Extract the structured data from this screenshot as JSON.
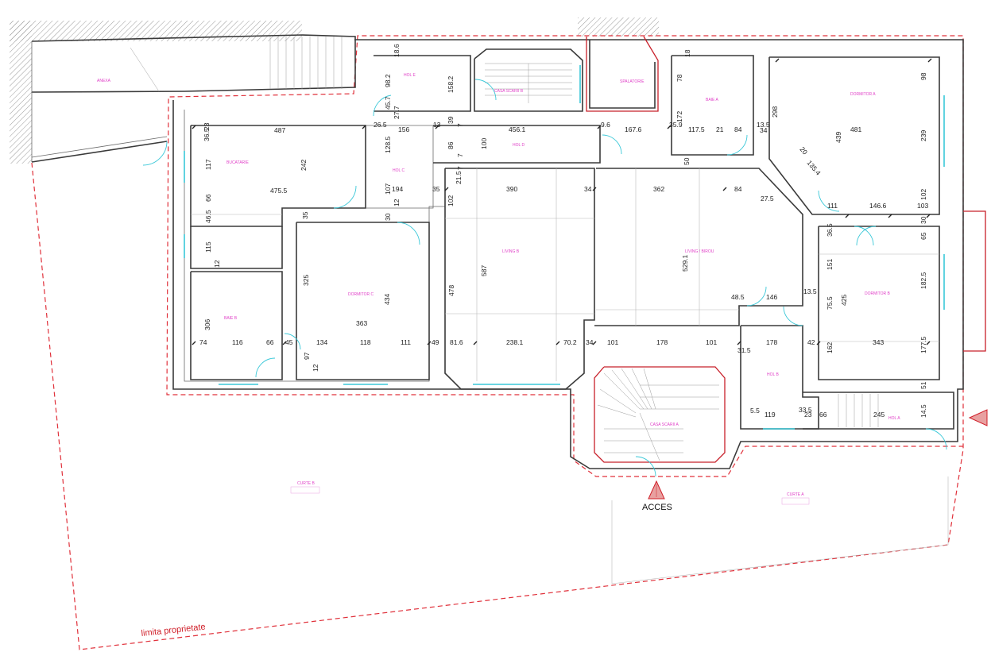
{
  "labels": {
    "acces": "ACCES",
    "limita": "limita proprietate"
  },
  "rooms": {
    "anexa": "ANEXA",
    "hol_e": "HOL E",
    "casa_scarii_b": "CASA SCARII B",
    "spalatorie": "SPALATORIE",
    "baie_a": "BAIE A",
    "dormitor_a": "DORMITOR A",
    "bucatarie": "BUCATARIE",
    "hol_c": "HOL C",
    "hol_d": "HOL D",
    "living_b": "LIVING B",
    "living_birou": "LIVING / BIROU",
    "dormitor_b": "DORMITOR B",
    "dormitor_c": "DORMITOR C",
    "baie_b": "BAIE B",
    "casa_scarii_a": "CASA SCARII A",
    "hol_b": "HOL B",
    "hol_a": "HOL A",
    "curte_b": "CURTE B",
    "curte_a": "CURTE A"
  },
  "dims": {
    "d487": "487",
    "d242": "242",
    "d117": "117",
    "d66a": "66",
    "d475": "475.5",
    "d46": "46.5",
    "d115": "115",
    "d12a": "12",
    "d325": "325",
    "d434": "434",
    "d363": "363",
    "d306": "306",
    "d74": "74",
    "d116": "116",
    "d66b": "66",
    "d45": "45",
    "d134": "134",
    "d118": "118",
    "d111a": "111",
    "d49": "49",
    "d97": "97",
    "d12b": "12",
    "d35a": "35",
    "d36": "36.5",
    "d23a": "23",
    "d26": "26.5",
    "d156": "156",
    "d128": "128.5",
    "d107": "107",
    "d194": "194",
    "d35b": "35",
    "d30a": "30",
    "d12c": "12",
    "d98": "98.2",
    "d45b": "45.7",
    "d27": "27.7",
    "d18a": "18.6",
    "d158": "158.2",
    "d13a": "13",
    "d39": "39",
    "d7a": "7",
    "d86": "86",
    "d100": "100",
    "d7b": "7",
    "d7c": "7",
    "d21": "21.5",
    "d102a": "102",
    "d456": "456.1",
    "d9": "9.6",
    "d167": "167.6",
    "d390": "390",
    "d34a": "34",
    "d362": "362",
    "d84a": "84",
    "d587": "587",
    "d478": "478",
    "d529": "529.1",
    "d81": "81.6",
    "d238": "238.1",
    "d70": "70.2",
    "d34b": "34",
    "d101a": "101",
    "d178a": "178",
    "d101b": "101",
    "d31": "31.5",
    "d178b": "178",
    "d42": "42",
    "d343": "343",
    "d162": "162",
    "d177": "177.5",
    "d48": "48.5",
    "d146a": "146",
    "d13b": "13.5",
    "d75": "75.5",
    "d425": "425",
    "d182": "182.5",
    "d151": "151",
    "d36b": "36.5",
    "d65": "65",
    "d30b": "30",
    "d111b": "111",
    "d146b": "146.6",
    "d103": "103",
    "d102b": "102",
    "d27b": "27.5",
    "d135": "135.4",
    "d20": "20",
    "d18b": "18",
    "d78": "78",
    "d172": "172",
    "d35c": "35.9",
    "d117b": "117.5",
    "d21b": "21",
    "d84b": "84",
    "d13c": "13.5",
    "d34c": "34",
    "d50": "50",
    "d298": "298",
    "d481": "481",
    "d439": "439",
    "d239": "239",
    "d98b": "98",
    "d5": "5.5",
    "d119": "119",
    "d33": "33.5",
    "d23b": "23",
    "d66c": "66",
    "d245": "245",
    "d14": "14.5",
    "d51": "51"
  },
  "colors": {
    "wall": "#3a3a3a",
    "property_line": "#e0303a",
    "room_label": "#e040c8",
    "door_window": "#3ac8d8"
  }
}
